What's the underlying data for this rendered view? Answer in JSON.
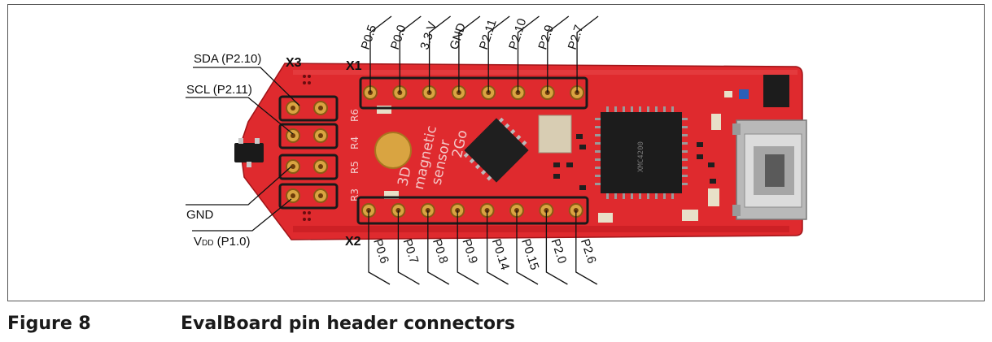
{
  "header_x1": {
    "name": "X1",
    "pins": [
      "P0.5",
      "P0.0",
      "3.3 V",
      "GND",
      "P2.11",
      "P2.10",
      "P2.9",
      "P2.7"
    ]
  },
  "header_x2": {
    "name": "X2",
    "pins": [
      "P0.6",
      "P0.7",
      "P0.8",
      "P0.9",
      "P0.14",
      "P0.15",
      "P2.0",
      "P2.6"
    ]
  },
  "header_x3": {
    "name": "X3",
    "labels": {
      "sda": "SDA (P2.10)",
      "scl": "SCL (P2.11)",
      "gnd": "GND",
      "vdd_main": "V",
      "vdd_sub": "DD",
      "vdd_tail": " (P1.0)"
    }
  },
  "silkscreen": {
    "line1": "3D",
    "line2": "magnetic",
    "line3": "sensor",
    "line4": "2Go",
    "resistors": [
      "R6",
      "R4",
      "R5",
      "R3"
    ],
    "chip_text": "XMC4200"
  },
  "caption": {
    "number": "Figure 8",
    "title": "EvalBoard pin header connectors"
  },
  "colors": {
    "pcb": "#e02a2e",
    "pcb_dark": "#b8141a",
    "highlight": "#1a1a1a",
    "pad": "#d9a441",
    "chip": "#1c1c1c"
  }
}
